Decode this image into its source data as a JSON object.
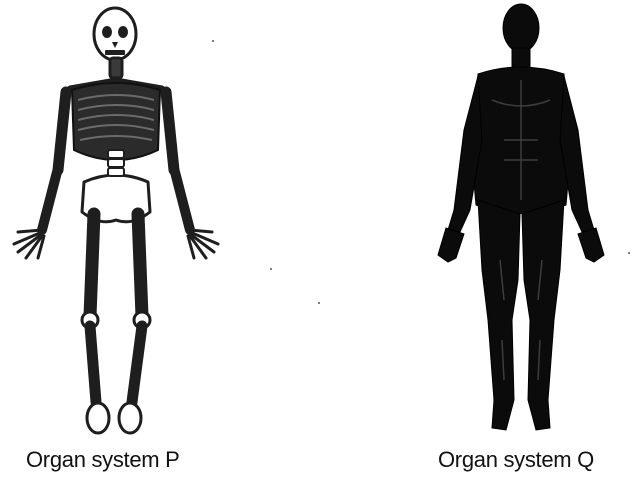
{
  "figures": [
    {
      "caption": "Organ system P",
      "depicts": "skeletal-system",
      "color": "#222222"
    },
    {
      "caption": "Organ system Q",
      "depicts": "muscular-system",
      "color": "#0b0b0b"
    }
  ]
}
